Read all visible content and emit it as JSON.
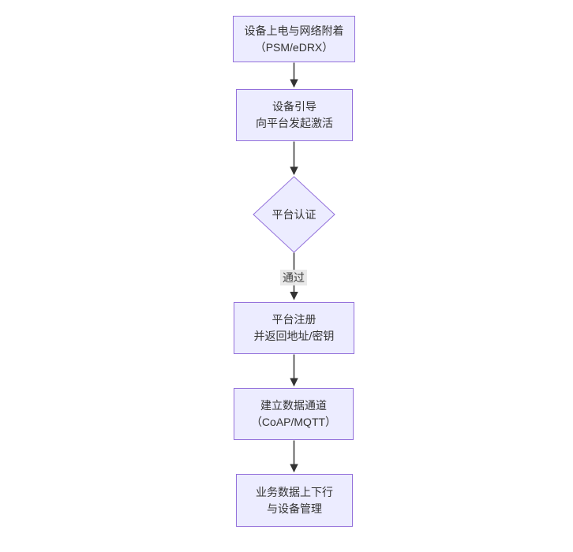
{
  "theme": {
    "background": "#FFFFFF",
    "node_fill": "#ECECFF",
    "node_border": "#9370DB",
    "text_color": "#333333",
    "edge_color": "#333333",
    "edge_label_bg": "#E8E8E8"
  },
  "flowchart": {
    "direction": "top-down",
    "nodes": [
      {
        "id": "power-attach",
        "shape": "rect",
        "lines": [
          "设备上电与网络附着",
          "（PSM/eDRX）"
        ]
      },
      {
        "id": "bootstrap",
        "shape": "rect",
        "lines": [
          "设备引导",
          "向平台发起激活"
        ]
      },
      {
        "id": "platform-auth",
        "shape": "diamond",
        "lines": [
          "平台认证"
        ]
      },
      {
        "id": "platform-register",
        "shape": "rect",
        "lines": [
          "平台注册",
          "并返回地址/密钥"
        ]
      },
      {
        "id": "data-channel",
        "shape": "rect",
        "lines": [
          "建立数据通道",
          "（CoAP/MQTT）"
        ]
      },
      {
        "id": "business-mgmt",
        "shape": "rect",
        "lines": [
          "业务数据上下行",
          "与设备管理"
        ]
      }
    ],
    "edges": [
      {
        "from": "power-attach",
        "to": "bootstrap",
        "label": ""
      },
      {
        "from": "bootstrap",
        "to": "platform-auth",
        "label": ""
      },
      {
        "from": "platform-auth",
        "to": "platform-register",
        "label": "通过"
      },
      {
        "from": "platform-register",
        "to": "data-channel",
        "label": ""
      },
      {
        "from": "data-channel",
        "to": "business-mgmt",
        "label": ""
      }
    ]
  }
}
